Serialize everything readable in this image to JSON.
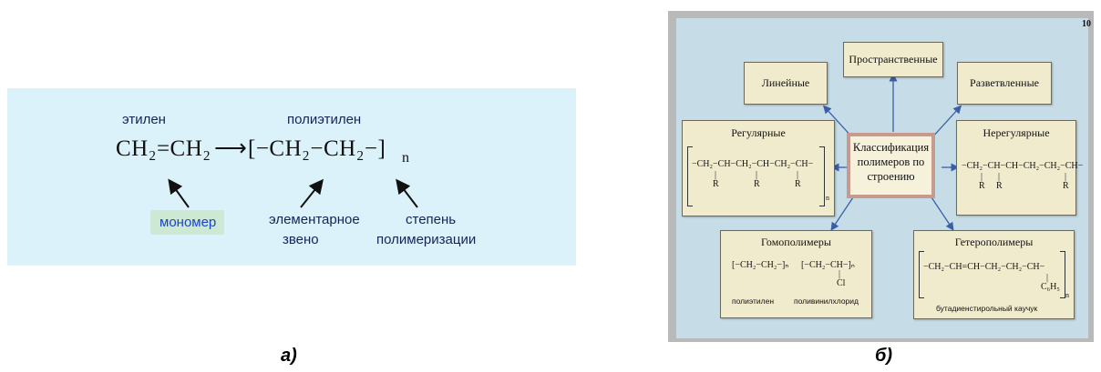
{
  "panel_a": {
    "label_ethylene": "этилен",
    "label_polyethylene": "полиэтилен",
    "formula_monomer": "CH₂=CH₂",
    "formula_arrow": "⟶",
    "formula_polymer": "[−CH₂−CH₂−]",
    "formula_subscript_n": "n",
    "label_monomer": "мономер",
    "label_elementary_line1": "элементарное",
    "label_elementary_line2": "звено",
    "label_degree_line1": "степень",
    "label_degree_line2": "полимеризации",
    "caption": "а)"
  },
  "panel_b": {
    "slide_number": "10",
    "center_line1": "Классификация",
    "center_line2": "полимеров по",
    "center_line3": "строению",
    "box_spatial": "Пространственные",
    "box_linear": "Линейные",
    "box_branched": "Разветвленные",
    "box_regular": "Регулярные",
    "regular_chain": "−CH₂−CH−CH₂−CH−CH₂−CH−",
    "regular_r": [
      "R",
      "R",
      "R"
    ],
    "regular_n": "n",
    "box_irregular": "Нерегулярные",
    "irregular_chain": "−CH₂−CH−CH−CH₂−CH₂−CH−",
    "irregular_r": [
      "R",
      "R",
      "R"
    ],
    "box_homopolymers": "Гомополимеры",
    "homo_formula_1": "[−CH₂−CH₂−]ₙ",
    "homo_formula_2": "[−CH₂−CH−]ₙ",
    "homo_cl": "Cl",
    "homo_name_1": "полиэтилен",
    "homo_name_2": "поливинилхлорид",
    "box_heteropolymers": "Гетерополимеры",
    "hetero_chain": "−CH₂−CH=CH−CH₂−CH₂−CH−",
    "hetero_substituent": "C₆H₅",
    "hetero_n": "n",
    "hetero_name": "бутадиенстирольный каучук",
    "caption": "б)"
  },
  "colors": {
    "panel_a_bg": "#dcf2fa",
    "panel_b_bg": "#c6dde8",
    "box_fill": "#f1ebce",
    "center_border": "#c79a8e",
    "label_text": "#14245a",
    "monomer_text": "#1c44c4",
    "arrow_blue": "#3b5fa6"
  }
}
